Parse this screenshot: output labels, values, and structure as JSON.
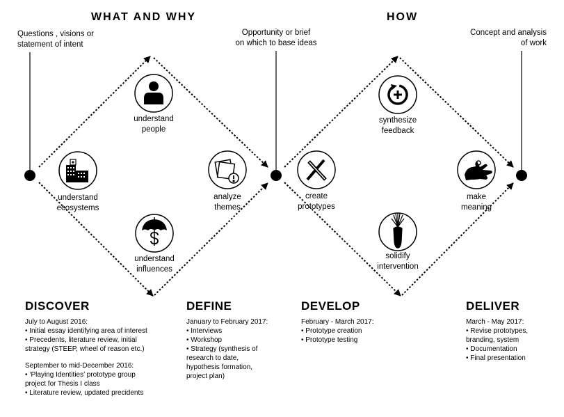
{
  "headers": {
    "what_why": "WHAT AND WHY",
    "how": "HOW"
  },
  "top_labels": {
    "questions": [
      "Questions , visions or",
      "statement of intent"
    ],
    "opportunity": [
      "Opportunity or brief",
      "on which to base ideas"
    ],
    "concept": [
      "Concept and analysis",
      "of work"
    ]
  },
  "activities": {
    "understand_people": [
      "understand",
      "people"
    ],
    "understand_ecosystems": [
      "understand",
      "ecosystems"
    ],
    "understand_influences": [
      "understand",
      "influences"
    ],
    "analyze_themes": [
      "analyze",
      "themes"
    ],
    "synthesize_feedback": [
      "synthesize",
      "feedback"
    ],
    "create_prototypes": [
      "create",
      "prototypes"
    ],
    "solidify_intervention": [
      "solidify",
      "intervention"
    ],
    "make_meaning": [
      "make",
      "meaning"
    ]
  },
  "phases": {
    "discover": {
      "title": "DISCOVER",
      "period1": "July to August 2016:",
      "items1": [
        "• Initial essay identifying area of interest",
        "• Precedents, literature review, initial",
        "strategy (STEEP, wheel of reason etc.)"
      ],
      "period2": "September to mid-December 2016:",
      "items2": [
        "• ‘Playing Identities’ prototype group",
        "project for Thesis I class",
        "• Literature review, updated precidents"
      ]
    },
    "define": {
      "title": "DEFINE",
      "period": "January to February 2017:",
      "items": [
        "• Interviews",
        "• Workshop",
        "• Strategy (synthesis of",
        "research to date,",
        "hypothesis formation,",
        "project plan)"
      ]
    },
    "develop": {
      "title": "DEVELOP",
      "period": "February - March 2017:",
      "items": [
        "• Prototype creation",
        "• Prototype testing"
      ]
    },
    "deliver": {
      "title": "DELIVER",
      "period": "March - May 2017:",
      "items": [
        "• Revise prototypes,",
        "branding, system",
        "• Documentation",
        "• Final presentation"
      ]
    }
  },
  "colors": {
    "ink": "#000000",
    "background": "#ffffff"
  },
  "icons": [
    "person-icon",
    "buildings-icon",
    "umbrella-dollar-icon",
    "papers-alert-icon",
    "refresh-plus-icon",
    "pencil-cross-icon",
    "vase-icon",
    "hand-icon"
  ]
}
